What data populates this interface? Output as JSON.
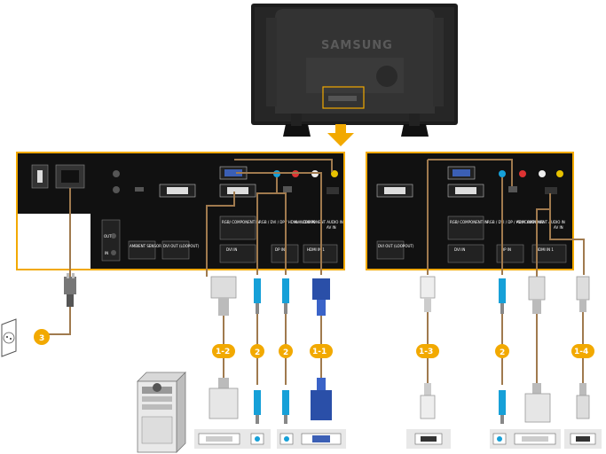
{
  "monitor": {
    "brand": "SAMSUNG"
  },
  "left_panel": {
    "labels": {
      "rgb_component_in": "RGB/ COMPONENT IN",
      "rgb_dvi_audio_in": "RGB / DVI / DP / HDMI AUDIO IN",
      "av_component_audio_in": "AV / COMPONENT AUDIO IN",
      "av_in": "AV IN",
      "dvi_in": "DVI IN",
      "dp_in": "DP IN",
      "hdmi_in_1": "HDMI IN 1",
      "ambient_sensor_in": "AMBIENT SENSOR IN",
      "dvi_out_loopout": "DVI OUT (LOOPOUT)",
      "ir_out": "OUT",
      "ir_in": "IN"
    }
  },
  "right_panel": {
    "labels": {
      "rgb_component_in": "RGB/ COMPONENT IN",
      "rgb_dvi_audio_in": "RGB / DVI / DP / HDMI AUDIO IN",
      "av_component_audio_in": "AV / COMPONENT AUDIO IN",
      "av_in": "AV IN",
      "dvi_in": "DVI IN",
      "dp_in": "DP IN",
      "hdmi_in_1": "HDMI IN 1",
      "dvi_out_loopout": "DVI OUT (LOOPOUT)"
    }
  },
  "badges": {
    "power": "3",
    "dvi": "1-2",
    "audio_a": "2",
    "audio_b": "2",
    "rgb": "1-1",
    "dp": "1-3",
    "audio_c": "2",
    "hdmi": "1-4"
  },
  "colors": {
    "accent": "#f2a900",
    "panel": "#141414",
    "cable": "#a07a4e"
  }
}
